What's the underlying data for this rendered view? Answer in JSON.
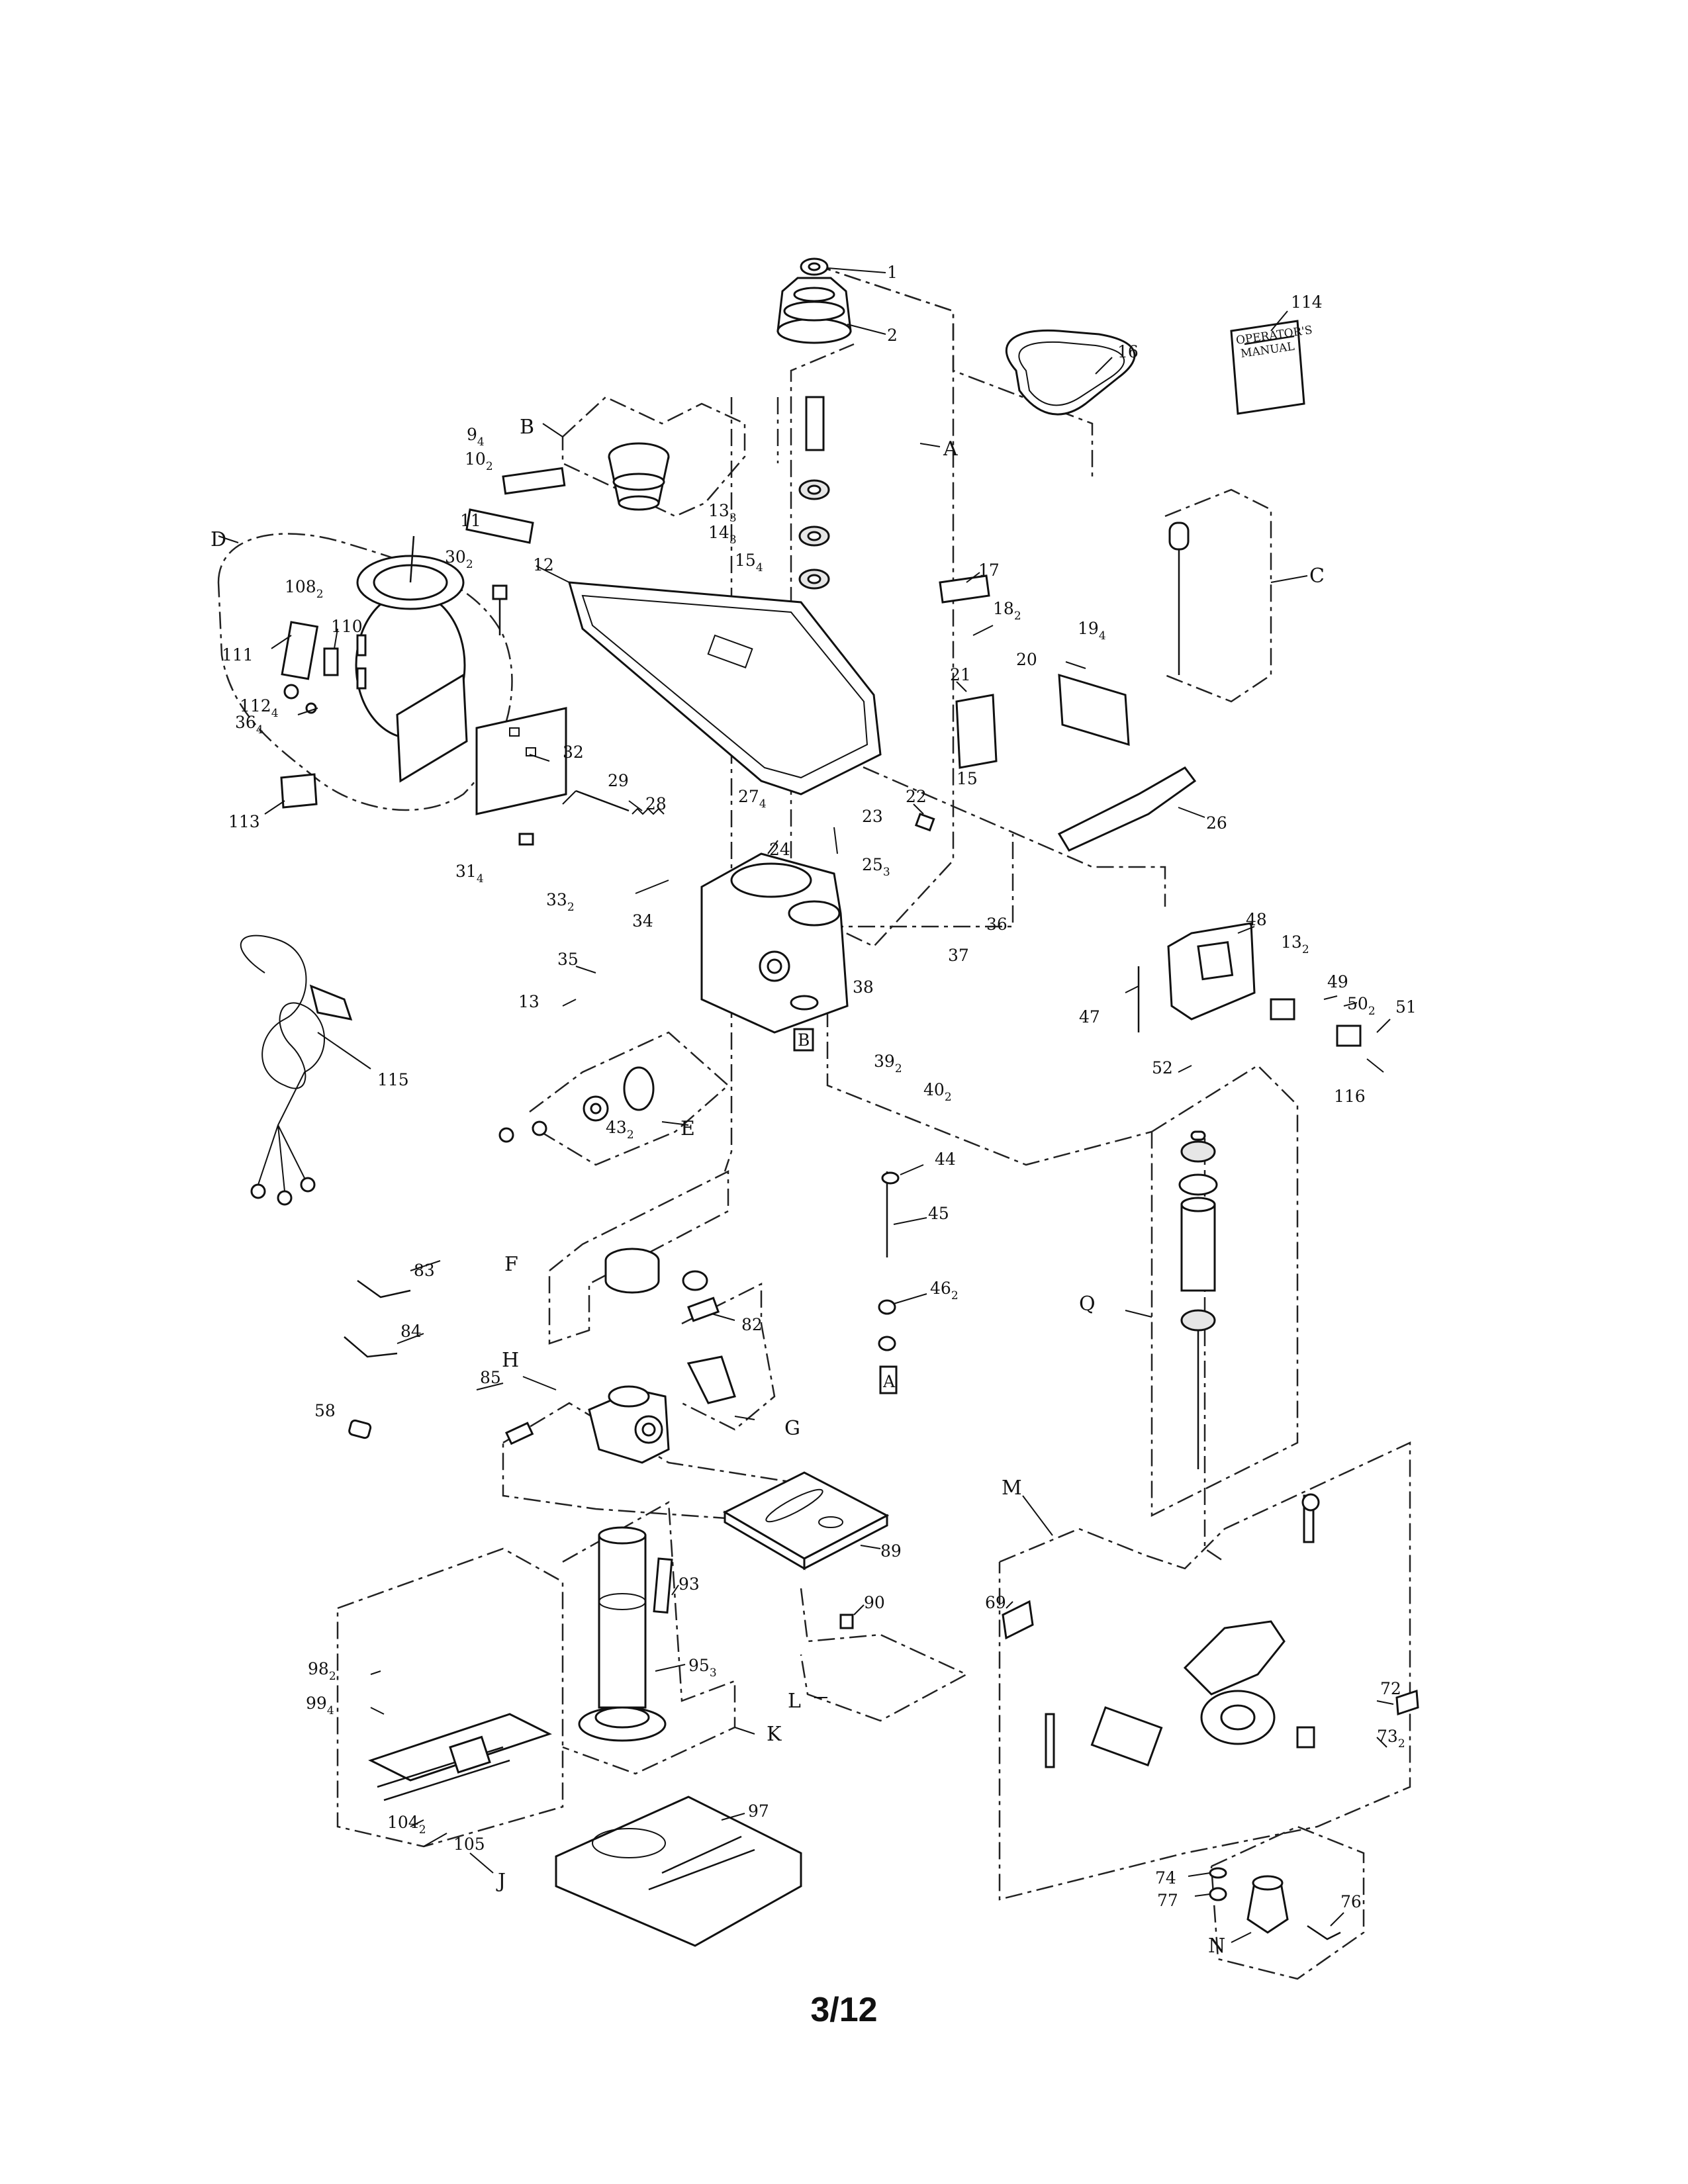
{
  "page_number": "3/12",
  "assemblies": [
    "A",
    "B",
    "C",
    "D",
    "E",
    "F",
    "G",
    "H",
    "J",
    "K",
    "L",
    "M",
    "N",
    "Q"
  ],
  "parts": [
    {
      "n": "1"
    },
    {
      "n": "2"
    },
    {
      "n": "9",
      "s": "4"
    },
    {
      "n": "10",
      "s": "2"
    },
    {
      "n": "11"
    },
    {
      "n": "12"
    },
    {
      "n": "13",
      "s": "3"
    },
    {
      "n": "14",
      "s": "3"
    },
    {
      "n": "15",
      "s": "4"
    },
    {
      "n": "16"
    },
    {
      "n": "17"
    },
    {
      "n": "18",
      "s": "2"
    },
    {
      "n": "19",
      "s": "4"
    },
    {
      "n": "20"
    },
    {
      "n": "21"
    },
    {
      "n": "22"
    },
    {
      "n": "15"
    },
    {
      "n": "23"
    },
    {
      "n": "24"
    },
    {
      "n": "25",
      "s": "3"
    },
    {
      "n": "26"
    },
    {
      "n": "27",
      "s": "4"
    },
    {
      "n": "28"
    },
    {
      "n": "29"
    },
    {
      "n": "30",
      "s": "2"
    },
    {
      "n": "31",
      "s": "4"
    },
    {
      "n": "32"
    },
    {
      "n": "33",
      "s": "2"
    },
    {
      "n": "34"
    },
    {
      "n": "35"
    },
    {
      "n": "13"
    },
    {
      "n": "36"
    },
    {
      "n": "37"
    },
    {
      "n": "38"
    },
    {
      "n": "39",
      "s": "2"
    },
    {
      "n": "40",
      "s": "2"
    },
    {
      "n": "43",
      "s": "2"
    },
    {
      "n": "44"
    },
    {
      "n": "45"
    },
    {
      "n": "46",
      "s": "2"
    },
    {
      "n": "47"
    },
    {
      "n": "48"
    },
    {
      "n": "13",
      "s": "2"
    },
    {
      "n": "49"
    },
    {
      "n": "50",
      "s": "2"
    },
    {
      "n": "51"
    },
    {
      "n": "52"
    },
    {
      "n": "58"
    },
    {
      "n": "69"
    },
    {
      "n": "72"
    },
    {
      "n": "73",
      "s": "2"
    },
    {
      "n": "74"
    },
    {
      "n": "76"
    },
    {
      "n": "77"
    },
    {
      "n": "82"
    },
    {
      "n": "83"
    },
    {
      "n": "84"
    },
    {
      "n": "85"
    },
    {
      "n": "89"
    },
    {
      "n": "90"
    },
    {
      "n": "93"
    },
    {
      "n": "95",
      "s": "3"
    },
    {
      "n": "97"
    },
    {
      "n": "98",
      "s": "2"
    },
    {
      "n": "99",
      "s": "4"
    },
    {
      "n": "104",
      "s": "2"
    },
    {
      "n": "105"
    },
    {
      "n": "108",
      "s": "2"
    },
    {
      "n": "110"
    },
    {
      "n": "111"
    },
    {
      "n": "112",
      "s": "4"
    },
    {
      "n": "113"
    },
    {
      "n": "114"
    },
    {
      "n": "115"
    },
    {
      "n": "116"
    },
    {
      "n": "36",
      "s": "4"
    }
  ],
  "manual": {
    "line1": "OPERATOR'S",
    "line2": "MANUAL"
  },
  "marker_labels": {
    "b": "B",
    "a": "A"
  }
}
